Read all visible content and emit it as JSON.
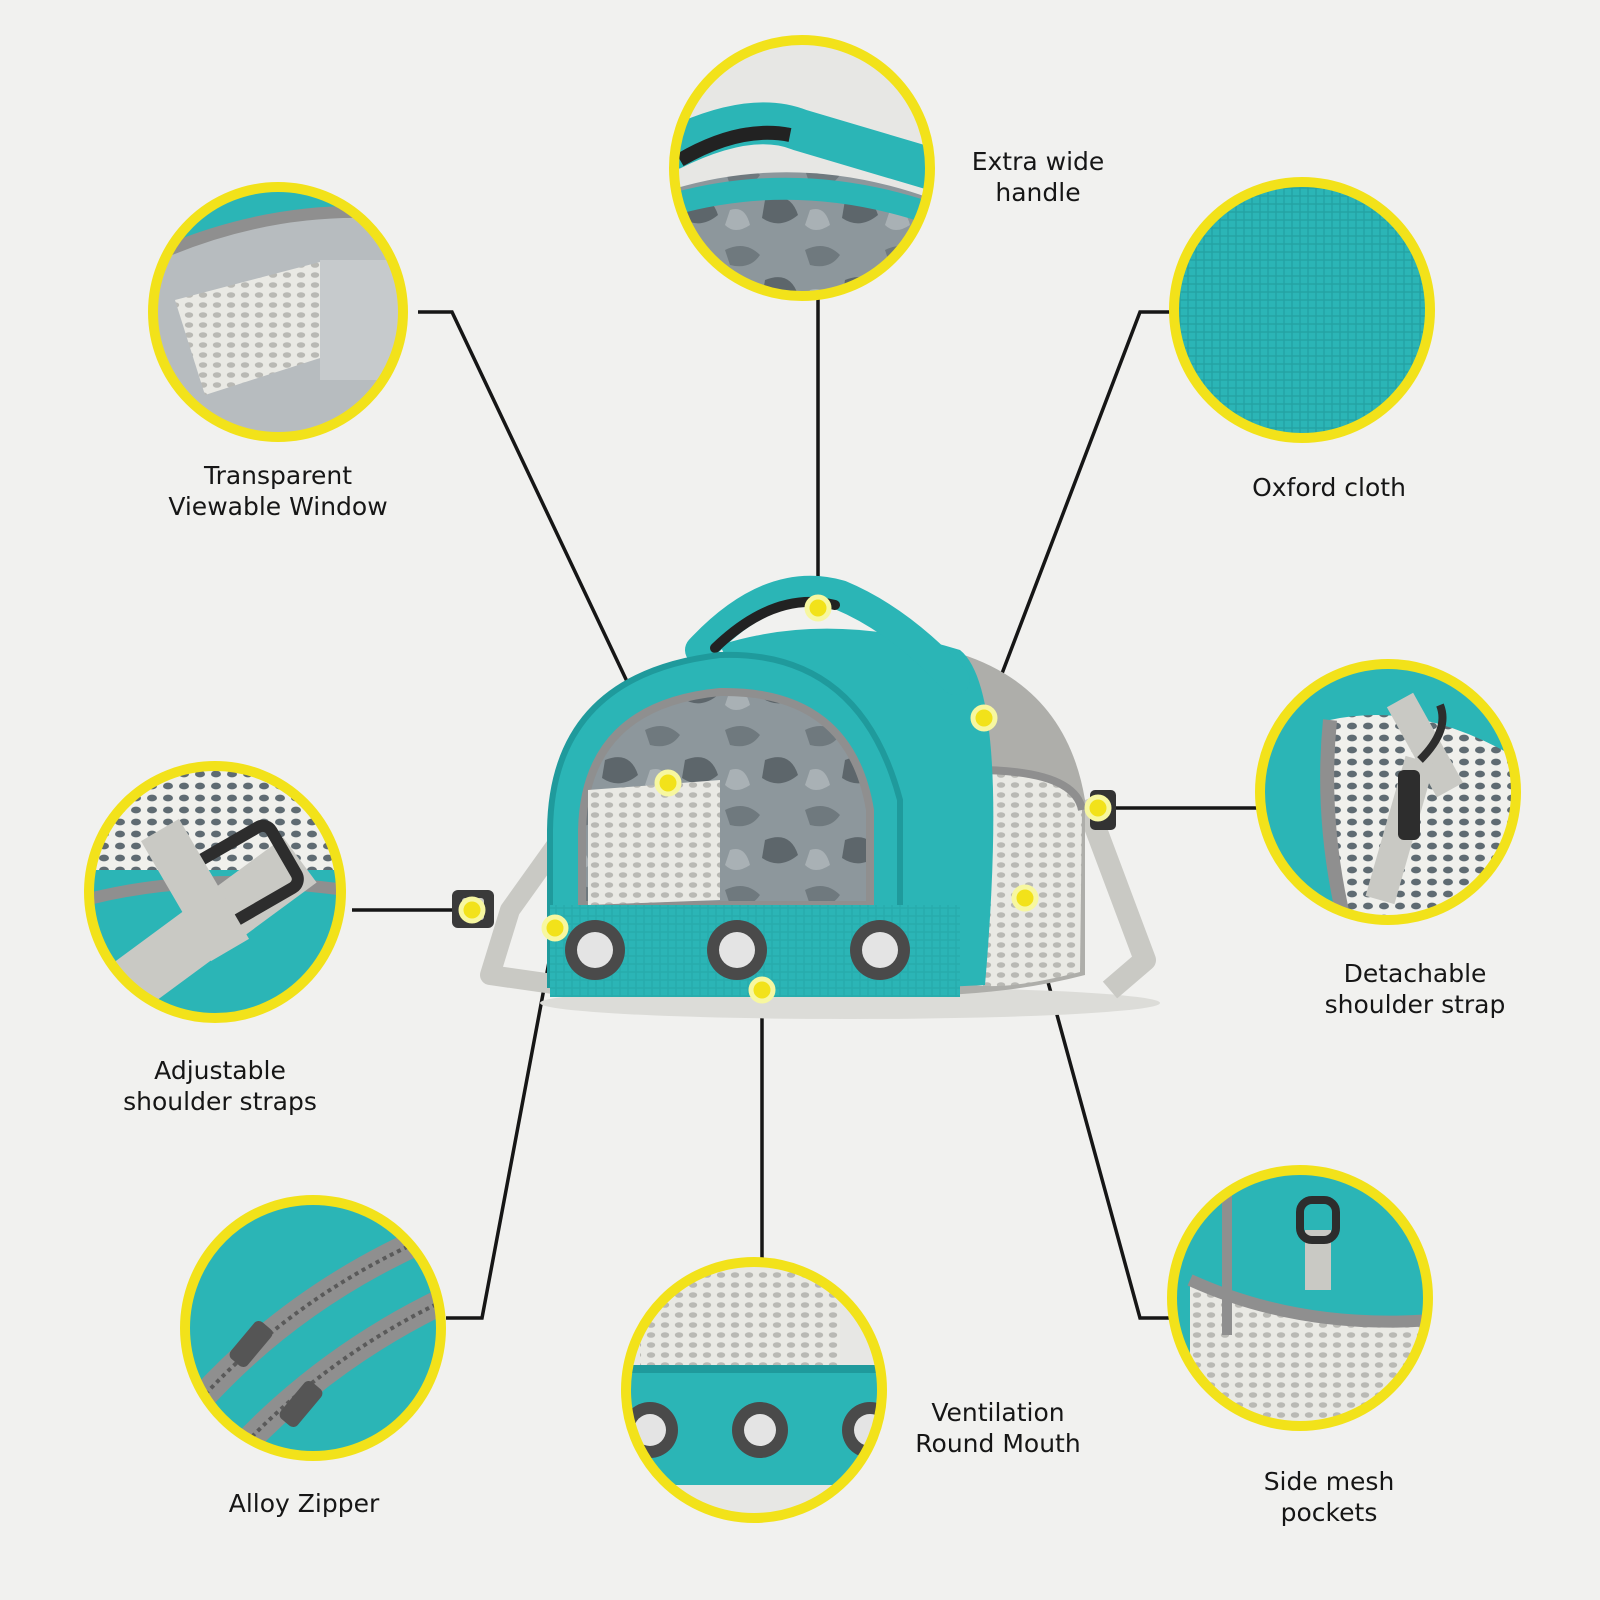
{
  "colors": {
    "background": "#f1f1ef",
    "ring_yellow": "#f2e21a",
    "teal": "#2bb5b6",
    "teal_dark": "#1f9a9c",
    "strap_gray": "#c9c9c4",
    "trim_gray": "#8f8f8f",
    "leader_line": "#161616"
  },
  "product": "pet carrier bag",
  "callouts": [
    {
      "id": "transparent-window",
      "icon": "window-detail",
      "lines": [
        "Transparent",
        "Viewable Window"
      ]
    },
    {
      "id": "extra-wide-handle",
      "icon": "handle-detail",
      "lines": [
        "Extra wide",
        "handle"
      ]
    },
    {
      "id": "oxford-cloth",
      "icon": "fabric-detail",
      "lines": [
        "Oxford cloth"
      ]
    },
    {
      "id": "adjustable-straps",
      "icon": "buckle-detail",
      "lines": [
        "Adjustable",
        "shoulder straps"
      ]
    },
    {
      "id": "detachable-strap",
      "icon": "clip-detail",
      "lines": [
        "Detachable",
        "shoulder strap"
      ]
    },
    {
      "id": "alloy-zipper",
      "icon": "zipper-detail",
      "lines": [
        "Alloy Zipper"
      ]
    },
    {
      "id": "ventilation",
      "icon": "vent-detail",
      "lines": [
        "Ventilation",
        "Round Mouth"
      ]
    },
    {
      "id": "side-mesh-pockets",
      "icon": "mesh-detail",
      "lines": [
        "Side mesh",
        "pockets"
      ]
    }
  ]
}
